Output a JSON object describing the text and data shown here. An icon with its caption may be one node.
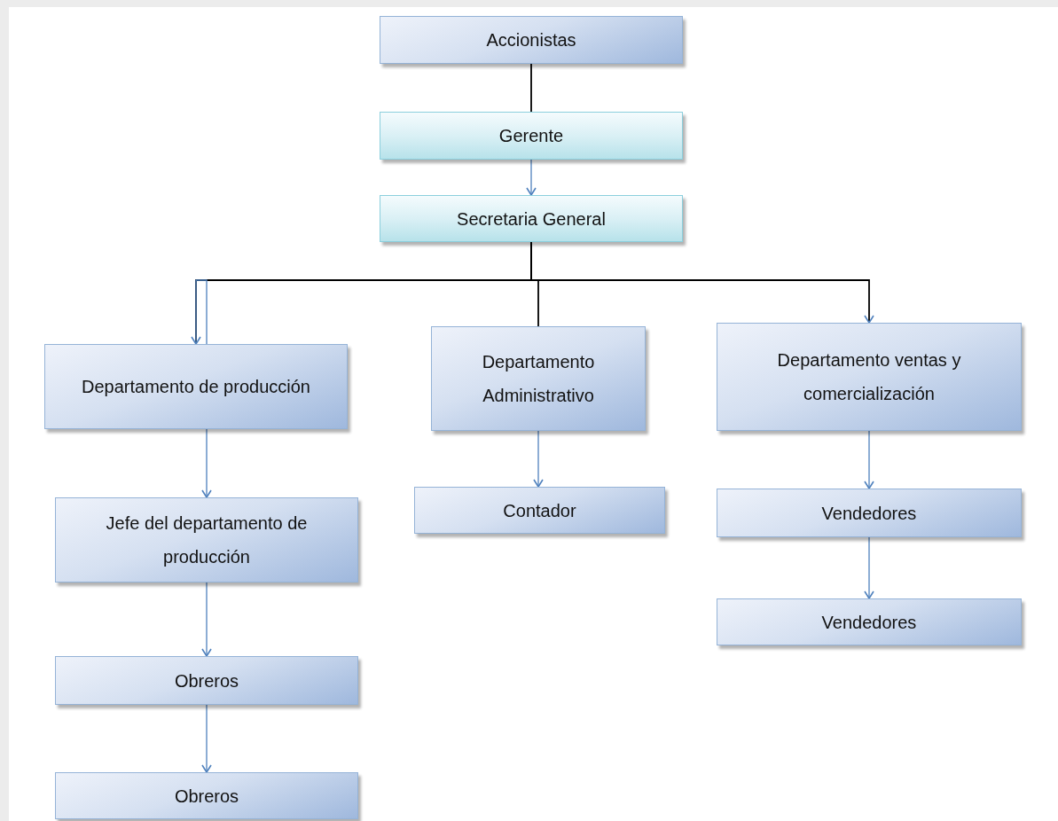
{
  "diagram": {
    "nodes": [
      {
        "text": [
          "Accionistas"
        ]
      },
      {
        "text": [
          "Gerente"
        ]
      },
      {
        "text": [
          "Secretaria General"
        ]
      },
      {
        "text": [
          "Departamento de producción"
        ]
      },
      {
        "text": [
          "Departamento Administrativo"
        ]
      },
      {
        "text": [
          "Departamento ventas y comercialización"
        ]
      },
      {
        "text": [
          "Jefe del departamento de producción"
        ]
      },
      {
        "text": [
          "Contador"
        ]
      },
      {
        "text": [
          "Vendedores"
        ]
      },
      {
        "text": [
          "Vendedores"
        ]
      },
      {
        "text": [
          "Obreros"
        ]
      },
      {
        "text": [
          "Obreros"
        ]
      }
    ],
    "edges": [
      {
        "from": 0,
        "to": 1,
        "arrow": "none",
        "color": "#000000"
      },
      {
        "from": 1,
        "to": 2,
        "arrow": "to"
      },
      {
        "from": 2,
        "to": 3,
        "arrow": "to",
        "color": "#000000"
      },
      {
        "from": 2,
        "to": 4,
        "arrow": "none",
        "color": "#000000"
      },
      {
        "from": 2,
        "to": 5,
        "arrow": "to",
        "color": "#000000"
      },
      {
        "from": 3,
        "to": 6,
        "arrow": "to"
      },
      {
        "from": 4,
        "to": 7,
        "arrow": "to"
      },
      {
        "from": 5,
        "to": 8,
        "arrow": "to"
      },
      {
        "from": 8,
        "to": 9,
        "arrow": "to"
      },
      {
        "from": 6,
        "to": 10,
        "arrow": "to"
      },
      {
        "from": 10,
        "to": 11,
        "arrow": "to"
      }
    ]
  }
}
